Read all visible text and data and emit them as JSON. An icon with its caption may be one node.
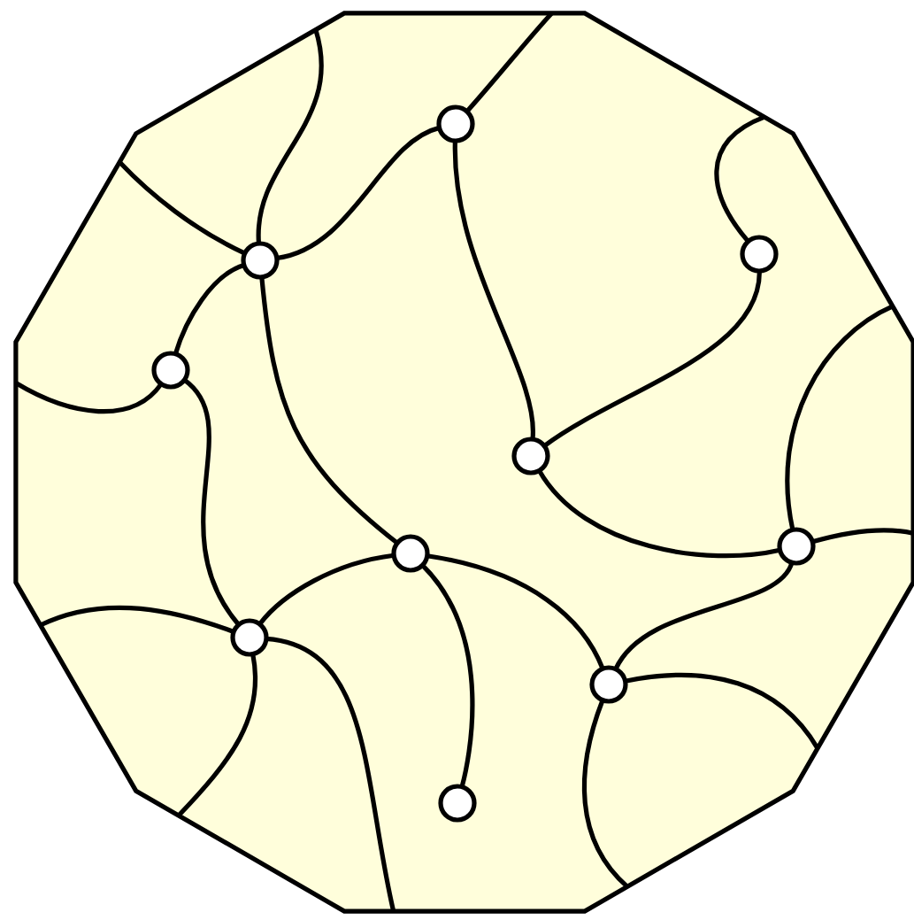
{
  "diagram": {
    "nodes": [
      {
        "text": [],
        "shape": "dodecagon"
      },
      {
        "text": [],
        "shape": "circle",
        "in": 0
      },
      {
        "text": [],
        "shape": "circle",
        "in": 0
      },
      {
        "text": [],
        "shape": "circle",
        "in": 0
      },
      {
        "text": [],
        "shape": "circle",
        "in": 0
      },
      {
        "text": [],
        "shape": "circle",
        "in": 0
      },
      {
        "text": [],
        "shape": "circle",
        "in": 0
      },
      {
        "text": [],
        "shape": "circle",
        "in": 0
      },
      {
        "text": [],
        "shape": "circle",
        "in": 0
      },
      {
        "text": [],
        "shape": "circle",
        "in": 0
      },
      {
        "text": [],
        "shape": "circle",
        "in": 0
      }
    ],
    "edges": [
      {
        "from": 1,
        "to": 0,
        "arrow": "none"
      },
      {
        "from": 1,
        "to": 3,
        "arrow": "none"
      },
      {
        "from": 1,
        "to": 5,
        "arrow": "none"
      },
      {
        "from": 2,
        "to": 0,
        "arrow": "none"
      },
      {
        "from": 2,
        "to": 5,
        "arrow": "none"
      },
      {
        "from": 3,
        "to": 0,
        "arrow": "none"
      },
      {
        "from": 3,
        "to": 0,
        "arrow": "none"
      },
      {
        "from": 3,
        "to": 4,
        "arrow": "none"
      },
      {
        "from": 3,
        "to": 7,
        "arrow": "none"
      },
      {
        "from": 4,
        "to": 0,
        "arrow": "none"
      },
      {
        "from": 4,
        "to": 8,
        "arrow": "none"
      },
      {
        "from": 5,
        "to": 6,
        "arrow": "none"
      },
      {
        "from": 6,
        "to": 0,
        "arrow": "none"
      },
      {
        "from": 6,
        "to": 0,
        "arrow": "none"
      },
      {
        "from": 6,
        "to": 9,
        "arrow": "none"
      },
      {
        "from": 7,
        "to": 8,
        "arrow": "none"
      },
      {
        "from": 7,
        "to": 9,
        "arrow": "none"
      },
      {
        "from": 7,
        "to": 10,
        "arrow": "none"
      },
      {
        "from": 8,
        "to": 0,
        "arrow": "none"
      },
      {
        "from": 8,
        "to": 0,
        "arrow": "none"
      },
      {
        "from": 8,
        "to": 0,
        "arrow": "none"
      },
      {
        "from": 9,
        "to": 0,
        "arrow": "none"
      },
      {
        "from": 9,
        "to": 0,
        "arrow": "none"
      }
    ]
  }
}
